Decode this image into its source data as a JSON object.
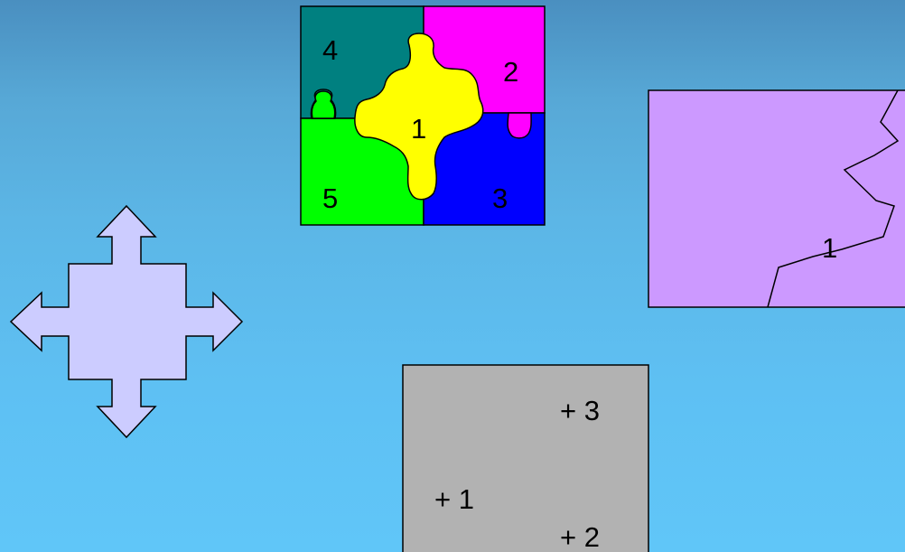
{
  "puzzle": {
    "pieces": [
      {
        "label": "4",
        "color": "#008080"
      },
      {
        "label": "2",
        "color": "#ff00ff"
      },
      {
        "label": "1",
        "color": "#ffff00"
      },
      {
        "label": "5",
        "color": "#00ff00"
      },
      {
        "label": "3",
        "color": "#0000ff"
      }
    ]
  },
  "torn_region": {
    "label": "1",
    "color": "#cc99ff"
  },
  "arrow_cross": {
    "color": "#ccccff"
  },
  "points_box": {
    "color": "#b2b2b2",
    "points": [
      "+ 3",
      "+ 1",
      "+ 2"
    ]
  }
}
